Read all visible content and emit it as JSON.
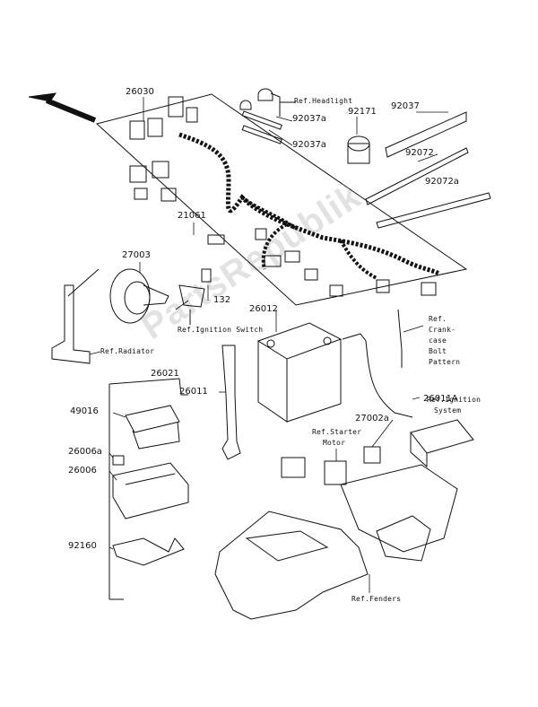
{
  "watermark": "PartsRepublik",
  "part_numbers": {
    "p26030": "26030",
    "p92037": "92037",
    "p92037a_1": "92037a",
    "p92037a_2": "92037a",
    "p92171": "92171",
    "p92072": "92072",
    "p92072a": "92072a",
    "p21061": "21061",
    "p27003": "27003",
    "p132": "132",
    "p26012": "26012",
    "p26021": "26021",
    "p26011": "26011",
    "p26011A": "26011A",
    "p49016": "49016",
    "p26006a": "26006a",
    "p26006": "26006",
    "p27002a": "27002a",
    "p92160": "92160"
  },
  "references": {
    "headlight": "Ref.Headlight",
    "ignition_switch": "Ref.Ignition Switch",
    "radiator": "Ref.Radiator",
    "crankcase_1": "Ref.",
    "crankcase_2": "Crank-",
    "crankcase_3": "case",
    "crankcase_4": "Bolt",
    "crankcase_5": "Pattern",
    "ignition_system_1": "Ref.Ignition",
    "ignition_system_2": "System",
    "starter_motor_1": "Ref.Starter",
    "starter_motor_2": "Motor",
    "fenders": "Ref.Fenders"
  },
  "icons": {
    "front_arrow": "direction-arrow-icon"
  }
}
